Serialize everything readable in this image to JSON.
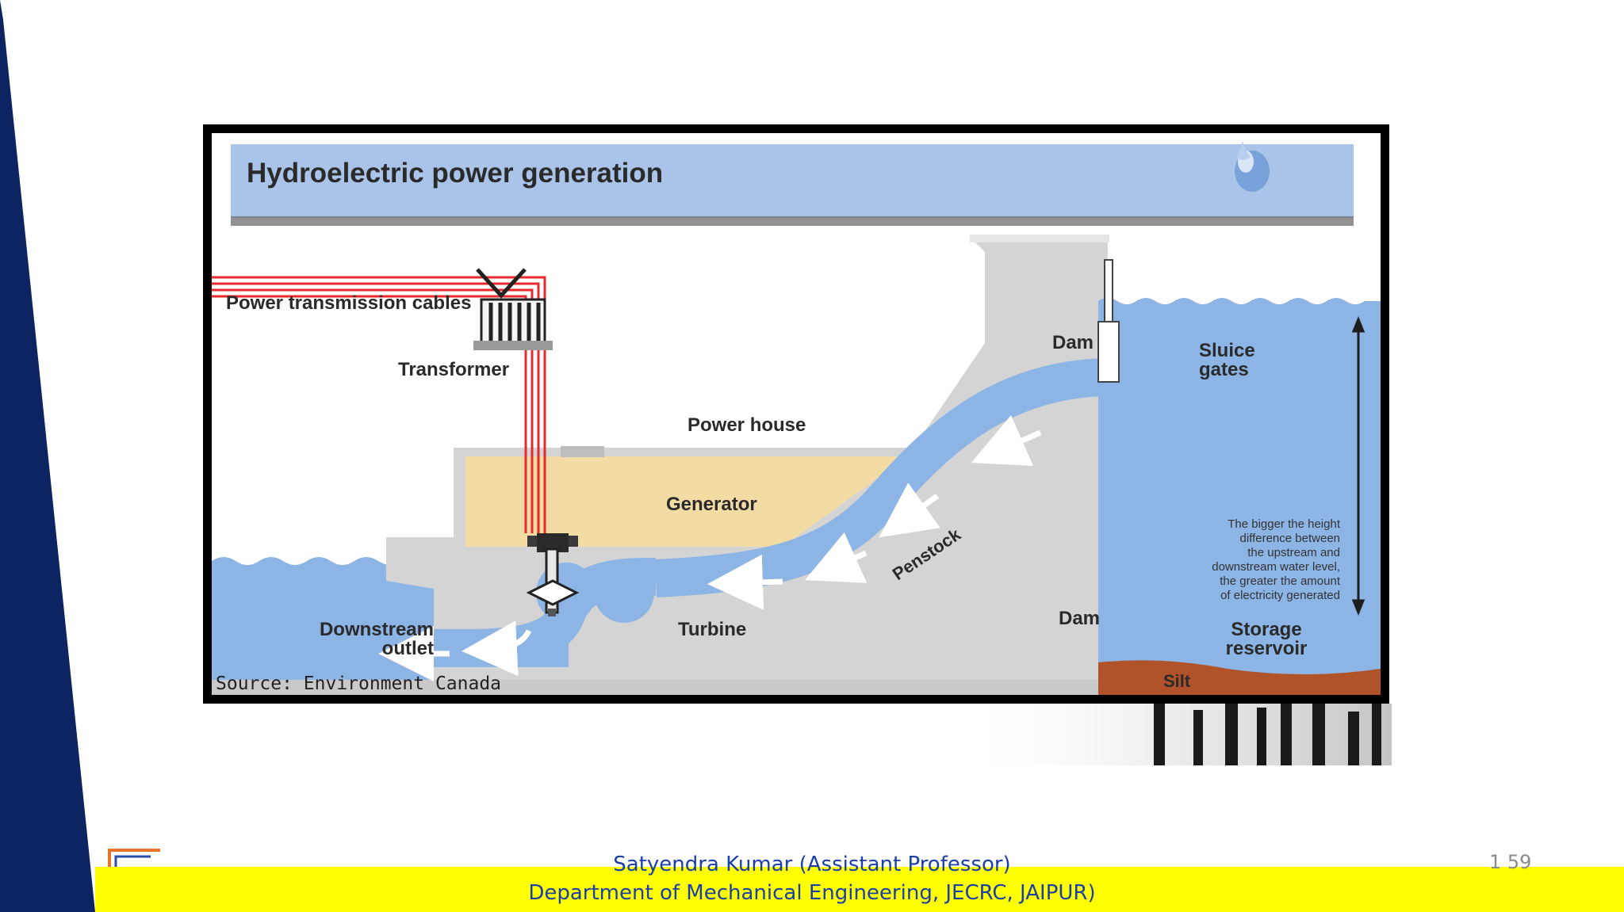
{
  "diagram": {
    "title": "Hydroelectric power generation",
    "labels": {
      "power_transmission_cables": "Power transmission cables",
      "transformer": "Transformer",
      "dam_top": "Dam",
      "sluice_gates_line1": "Sluice",
      "sluice_gates_line2": "gates",
      "power_house": "Power house",
      "generator": "Generator",
      "penstock": "Penstock",
      "dam_bottom": "Dam",
      "downstream_outlet_line1": "Downstream",
      "downstream_outlet_line2": "outlet",
      "turbine": "Turbine",
      "storage_reservoir_line1": "Storage",
      "storage_reservoir_line2": "reservoir",
      "silt": "Silt",
      "source": "Source: Environment Canada"
    },
    "height_note_lines": [
      "The bigger the height",
      "difference between",
      "the upstream and",
      "downstream water level,",
      "the greater the amount",
      "of electricity generated"
    ],
    "colors": {
      "water": "#8cb4e4",
      "dam": "#d4d4d4",
      "power_house": "#f2dca4",
      "cables": "#e8282a",
      "title_bar": "#a9c4e8",
      "silt": "#b0532a"
    }
  },
  "footer": {
    "author": "Satyendra Kumar (Assistant Professor)",
    "department": "Department of Mechanical Engineering, JECRC, JAIPUR)",
    "slide_number": "1  59"
  }
}
